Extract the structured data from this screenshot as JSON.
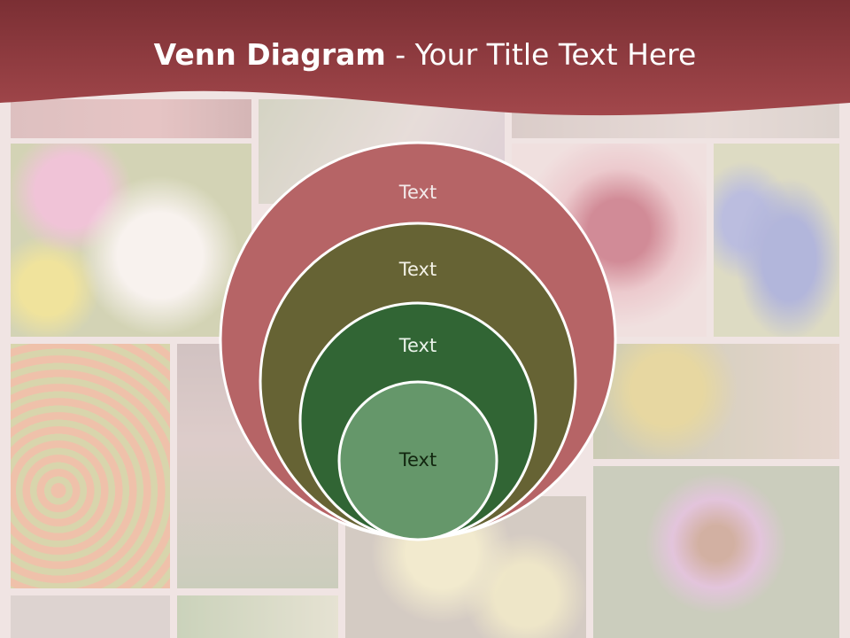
{
  "slide": {
    "title_bold": "Venn Diagram",
    "title_rest": " - Your Title Text Here"
  },
  "venn": {
    "labels": [
      "Text",
      "Text",
      "Text",
      "Text"
    ],
    "colors": [
      "#b66466",
      "#666334",
      "#316534",
      "#65976a"
    ],
    "label_colors": [
      "#f3eaea",
      "#f3f1e6",
      "#eaf3ea",
      "#12260f"
    ],
    "outline": "#ffffff"
  },
  "banner": {
    "color": "#8b3a3e"
  }
}
